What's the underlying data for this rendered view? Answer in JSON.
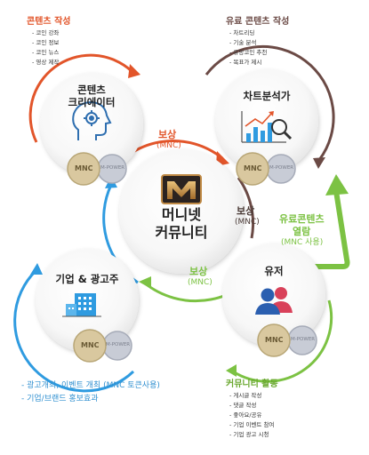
{
  "colors": {
    "orange": "#e2552a",
    "brown": "#6b4a45",
    "green": "#7cc243",
    "blue": "#2f9be0",
    "mnc_coin": "#d9c89f",
    "mpower_coin": "#c8ccd6"
  },
  "center": {
    "line1": "머니넷",
    "line2": "커뮤니티",
    "logo_icon": "m-logo-icon"
  },
  "creator": {
    "header": "콘텐츠 작성",
    "items": [
      "- 코인 강좌",
      "- 코인 정보",
      "- 코인 뉴스",
      "- 영상 제작"
    ],
    "label_line1": "콘텐츠",
    "label_line2": "크리에이터",
    "icon": "head-gear-icon"
  },
  "analyst": {
    "header": "유료 콘텐츠 작성",
    "items": [
      "- 차트리딩",
      "- 기술 분석",
      "- 유망코인 추천",
      "- 목표가 제시"
    ],
    "label": "차트분석가",
    "icon": "chart-magnifier-icon"
  },
  "company": {
    "label": "기업 & 광고주",
    "icon": "building-icon",
    "bottom_items": [
      "- 광고개최, 이벤트 개최 (MNC 토큰사용)",
      "- 기업/브랜드 홍보효과"
    ]
  },
  "user": {
    "label": "유저",
    "icon": "users-icon",
    "header": "커뮤니티 활동",
    "items": [
      "- 게시글 작성",
      "- 댓글 작성",
      "- 좋아요/공유",
      "- 기업 이벤트 참여",
      "- 기업 광고 시청"
    ]
  },
  "rewards": {
    "top": {
      "title": "보상",
      "sub": "(MNC)"
    },
    "right": {
      "title": "보상",
      "sub": "(MNC)"
    },
    "lower": {
      "title": "보상",
      "sub": "(MNC)"
    },
    "paid": {
      "line1": "유료콘텐츠",
      "line2": "열람",
      "sub": "(MNC 사용)"
    }
  },
  "coins": {
    "mnc": "MNC",
    "mpower": "M-POWER"
  }
}
